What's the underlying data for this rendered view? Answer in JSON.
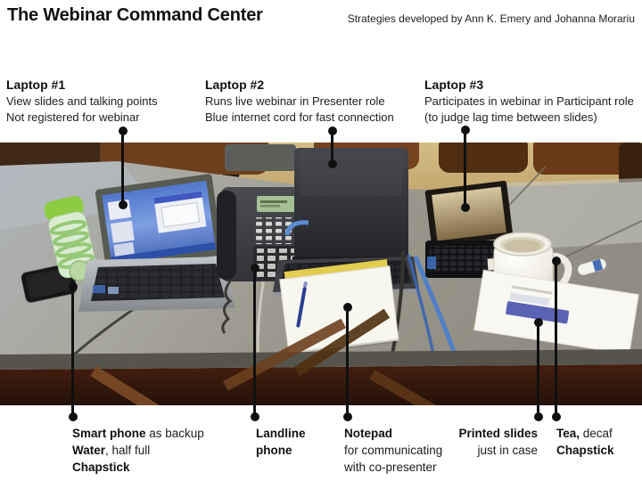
{
  "header": {
    "title": "The Webinar Command Center",
    "credit": "Strategies developed by Ann K. Emery and Johanna Morariu"
  },
  "top_callouts": [
    {
      "heading": "Laptop #1",
      "line1": "View slides and talking points",
      "line2": "Not registered for webinar"
    },
    {
      "heading": "Laptop #2",
      "line1": "Runs live webinar in Presenter role",
      "line2": "Blue internet cord for fast connection"
    },
    {
      "heading": "Laptop #3",
      "line1": "Participates in webinar in Participant role",
      "line2": "(to judge lag time between slides)"
    }
  ],
  "bottom_callouts": {
    "smartphone": {
      "bold1": "Smart phone",
      "text1": " as backup",
      "bold2": "Water",
      "text2": ", half full",
      "bold3": "Chapstick"
    },
    "landline": {
      "bold1": "Landline",
      "bold2": "phone"
    },
    "notepad": {
      "bold1": "Notepad",
      "text1": "for communicating",
      "text2": "with co-presenter"
    },
    "printed_slides": {
      "bold1": "Printed slides",
      "text1": "just in case"
    },
    "tea": {
      "bold1": "Tea,",
      "text1": " decaf",
      "bold2": "Chapstick"
    }
  },
  "photo_items": [
    "water-bottle",
    "chapstick-ball",
    "smart-phone",
    "laptop-1",
    "landline-phone",
    "laptop-2",
    "notepad",
    "pen",
    "laptop-3",
    "tea-mug",
    "chapstick-tube",
    "printed-slides",
    "blue-internet-cord"
  ],
  "colors": {
    "callout_line": "#101010",
    "table_gray": "#9a978c",
    "blue_cord": "#4f80c8",
    "laptop1_screen_blue": "#5277cc",
    "bottle_green": "#8ccb42",
    "floor_brown": "#3a1d0d"
  }
}
